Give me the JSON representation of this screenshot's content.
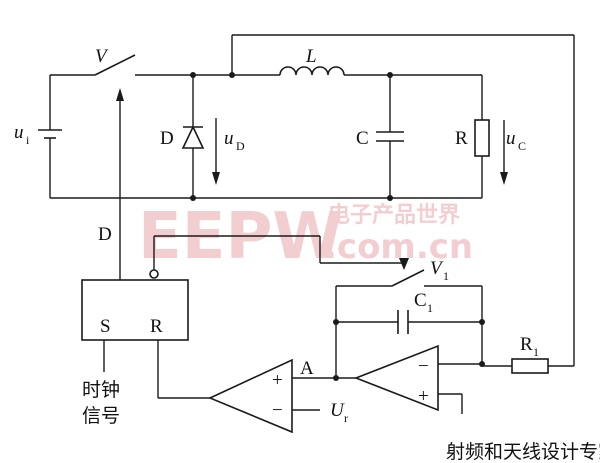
{
  "labels": {
    "switch_v": "V",
    "inductor": "L",
    "diode": "D",
    "diode_voltage": "u",
    "diode_voltage_sub": "D",
    "capacitor": "C",
    "resistor": "R",
    "output_voltage": "u",
    "output_voltage_sub": "C",
    "input_voltage": "u",
    "input_voltage_sub": "i",
    "duty_signal": "D",
    "flipflop_s": "S",
    "flipflop_r": "R",
    "clock_line1": "时钟",
    "clock_line2": "信号",
    "switch_v1": "V",
    "switch_v1_sub": "1",
    "c1": "C",
    "c1_sub": "1",
    "r1": "R",
    "r1_sub": "1",
    "node_a": "A",
    "ref": "U",
    "ref_sub": "r",
    "plus": "+",
    "minus": "−"
  },
  "watermark": {
    "logo": "EEPW",
    "domain": ".com.cn",
    "cn_tagline": "电子产品世界",
    "corner_text": "射频和天线设计专家"
  },
  "colors": {
    "line": "#1a1a1a",
    "watermark": "#e8a7ad"
  }
}
